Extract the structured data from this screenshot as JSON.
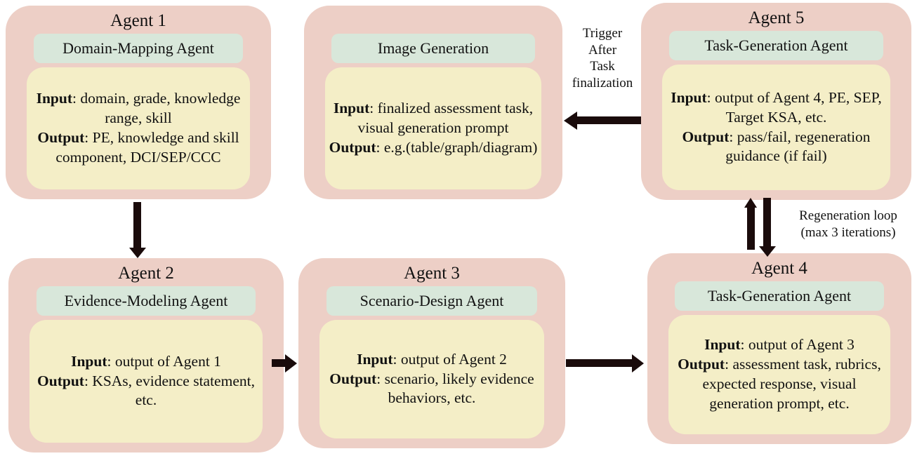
{
  "colors": {
    "page_bg": "#ffffff",
    "card_bg": "#edcfc6",
    "label_bg": "#d8e7da",
    "body_bg": "#f4eec7",
    "arrow": "#1a0b0b",
    "text": "#111111"
  },
  "cards": {
    "agent1": {
      "title": "Agent 1",
      "role": "Domain-Mapping Agent",
      "body": [
        {
          "label": "Input",
          "text": "domain, grade, knowledge range, skill"
        },
        {
          "label": "Output",
          "text": "PE, knowledge and skill component, DCI/SEP/CCC"
        }
      ]
    },
    "image_generation": {
      "title": "",
      "role": "Image Generation",
      "body": [
        {
          "label": "Input",
          "text": "finalized assessment task, visual generation prompt"
        },
        {
          "label": "Output",
          "text": "e.g.(table/graph/diagram)"
        }
      ]
    },
    "agent5": {
      "title": "Agent 5",
      "role": "Task-Generation Agent",
      "body": [
        {
          "label": "Input",
          "text": "output of Agent 4, PE, SEP, Target KSA, etc."
        },
        {
          "label": "Output",
          "text": "pass/fail, regeneration guidance (if fail)"
        }
      ]
    },
    "agent2": {
      "title": "Agent 2",
      "role": "Evidence-Modeling Agent",
      "body": [
        {
          "label": "Input",
          "text": "output of Agent 1"
        },
        {
          "label": "Output",
          "text": "KSAs, evidence statement, etc."
        }
      ]
    },
    "agent3": {
      "title": "Agent 3",
      "role": "Scenario-Design Agent",
      "body": [
        {
          "label": "Input",
          "text": "output of Agent 2"
        },
        {
          "label": "Output",
          "text": "scenario, likely evidence behaviors, etc."
        }
      ]
    },
    "agent4": {
      "title": "Agent 4",
      "role": "Task-Generation Agent",
      "body": [
        {
          "label": "Input",
          "text": "output of Agent 3"
        },
        {
          "label": "Output",
          "text": "assessment task, rubrics, expected response, visual generation prompt, etc."
        }
      ]
    }
  },
  "annotations": {
    "trigger": "Trigger\nAfter\nTask\nfinalization",
    "regeneration": "Regeneration loop\n(max 3 iterations)"
  },
  "arrows": [
    {
      "from": "Agent 1",
      "to": "Agent 2",
      "direction": "down"
    },
    {
      "from": "Agent 2",
      "to": "Agent 3",
      "direction": "right"
    },
    {
      "from": "Agent 3",
      "to": "Agent 4",
      "direction": "right"
    },
    {
      "from": "Agent 4",
      "to": "Agent 5",
      "direction": "up",
      "label": "Regeneration loop (max 3 iterations)"
    },
    {
      "from": "Agent 5",
      "to": "Agent 4",
      "direction": "down",
      "label": "Regeneration loop (max 3 iterations)"
    },
    {
      "from": "Agent 5",
      "to": "Image Generation",
      "direction": "left",
      "label": "Trigger After Task finalization"
    }
  ]
}
